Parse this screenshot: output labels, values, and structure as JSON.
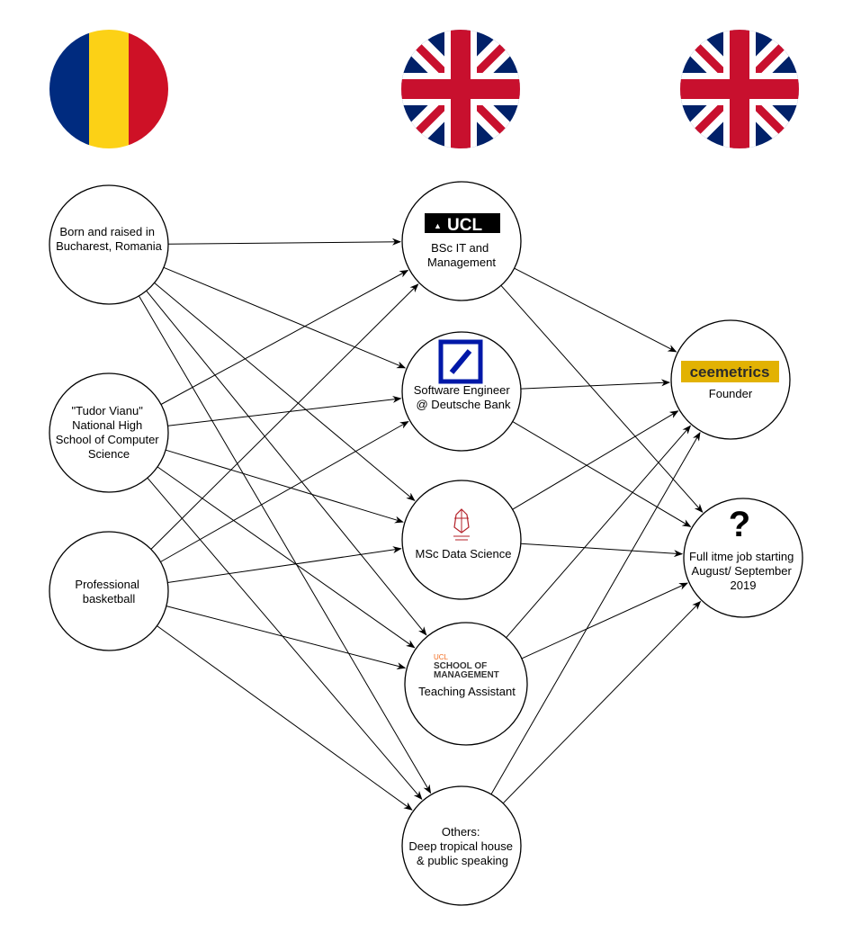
{
  "colors": {
    "romania_blue": "#002B7F",
    "romania_yellow": "#FCD116",
    "romania_red": "#CE1126",
    "uk_blue": "#012169",
    "uk_red": "#C8102E",
    "deutsche_blue": "#0018A8",
    "ceemetrics_yellow": "#E2B203",
    "ucl_som_orange": "#F26D21"
  },
  "flags": [
    {
      "name": "romania-flag-icon"
    },
    {
      "name": "uk-flag-icon"
    },
    {
      "name": "uk-flag-icon"
    }
  ],
  "nodes": {
    "bucharest": {
      "lines": [
        "Born and raised in",
        "Bucharest, Romania"
      ]
    },
    "vianu": {
      "lines": [
        "\"Tudor Vianu\"",
        "National High",
        "School of Computer",
        "Science"
      ]
    },
    "basketball": {
      "lines": [
        "Professional",
        "basketball"
      ]
    },
    "ucl": {
      "logo": "UCL",
      "lines": [
        "BSc IT and",
        "Management"
      ]
    },
    "deutsche": {
      "lines": [
        "Software Engineer",
        "@ Deutsche Bank"
      ]
    },
    "msc": {
      "lines": [
        "MSc Data Science"
      ]
    },
    "ta": {
      "logo_top": "UCL",
      "logo_lines": [
        "SCHOOL OF",
        "MANAGEMENT"
      ],
      "lines": [
        "Teaching Assistant"
      ]
    },
    "others": {
      "lines": [
        "Others:",
        "Deep tropical house",
        "& public speaking"
      ]
    },
    "ceemetrics": {
      "logo": "ceemetrics",
      "lines": [
        "Founder"
      ]
    },
    "fulltime": {
      "symbol": "?",
      "lines": [
        "Full itme job starting",
        "August/ September",
        "2019"
      ]
    }
  },
  "edges": [
    [
      "bucharest",
      "ucl"
    ],
    [
      "bucharest",
      "deutsche"
    ],
    [
      "bucharest",
      "msc"
    ],
    [
      "bucharest",
      "ta"
    ],
    [
      "bucharest",
      "others"
    ],
    [
      "vianu",
      "ucl"
    ],
    [
      "vianu",
      "deutsche"
    ],
    [
      "vianu",
      "msc"
    ],
    [
      "vianu",
      "ta"
    ],
    [
      "vianu",
      "others"
    ],
    [
      "basketball",
      "ucl"
    ],
    [
      "basketball",
      "deutsche"
    ],
    [
      "basketball",
      "msc"
    ],
    [
      "basketball",
      "ta"
    ],
    [
      "basketball",
      "others"
    ],
    [
      "ucl",
      "ceemetrics"
    ],
    [
      "ucl",
      "fulltime"
    ],
    [
      "deutsche",
      "ceemetrics"
    ],
    [
      "deutsche",
      "fulltime"
    ],
    [
      "msc",
      "ceemetrics"
    ],
    [
      "msc",
      "fulltime"
    ],
    [
      "ta",
      "ceemetrics"
    ],
    [
      "ta",
      "fulltime"
    ],
    [
      "others",
      "ceemetrics"
    ],
    [
      "others",
      "fulltime"
    ]
  ]
}
